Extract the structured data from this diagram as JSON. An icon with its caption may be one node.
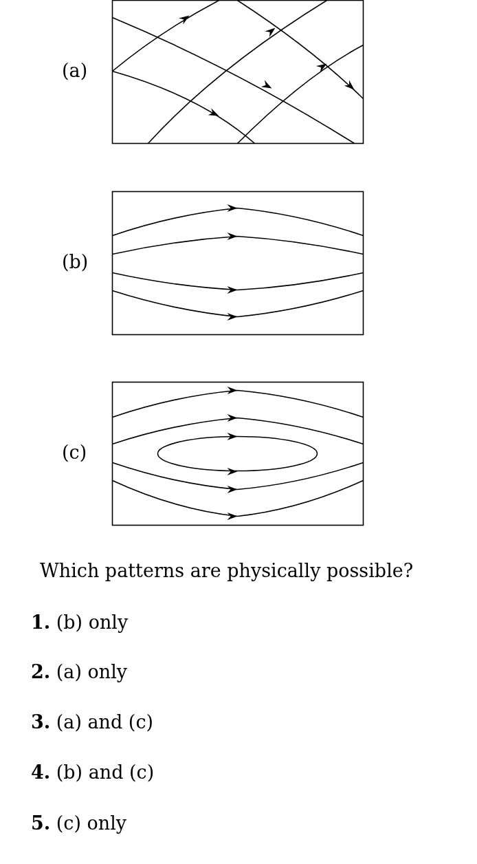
{
  "diagram": {
    "nodes": [
      {
        "text": [
          "(a)"
        ]
      },
      {
        "text": [
          "(b)"
        ]
      },
      {
        "text": [
          "(c)"
        ]
      }
    ],
    "labels": [
      "Which patterns are physically possible?",
      "**1.** (b) only",
      "**2.** (a) only",
      "**3.** (a) and (c)",
      "**4.** (b) and (c)",
      "**5.** (c) only"
    ]
  }
}
